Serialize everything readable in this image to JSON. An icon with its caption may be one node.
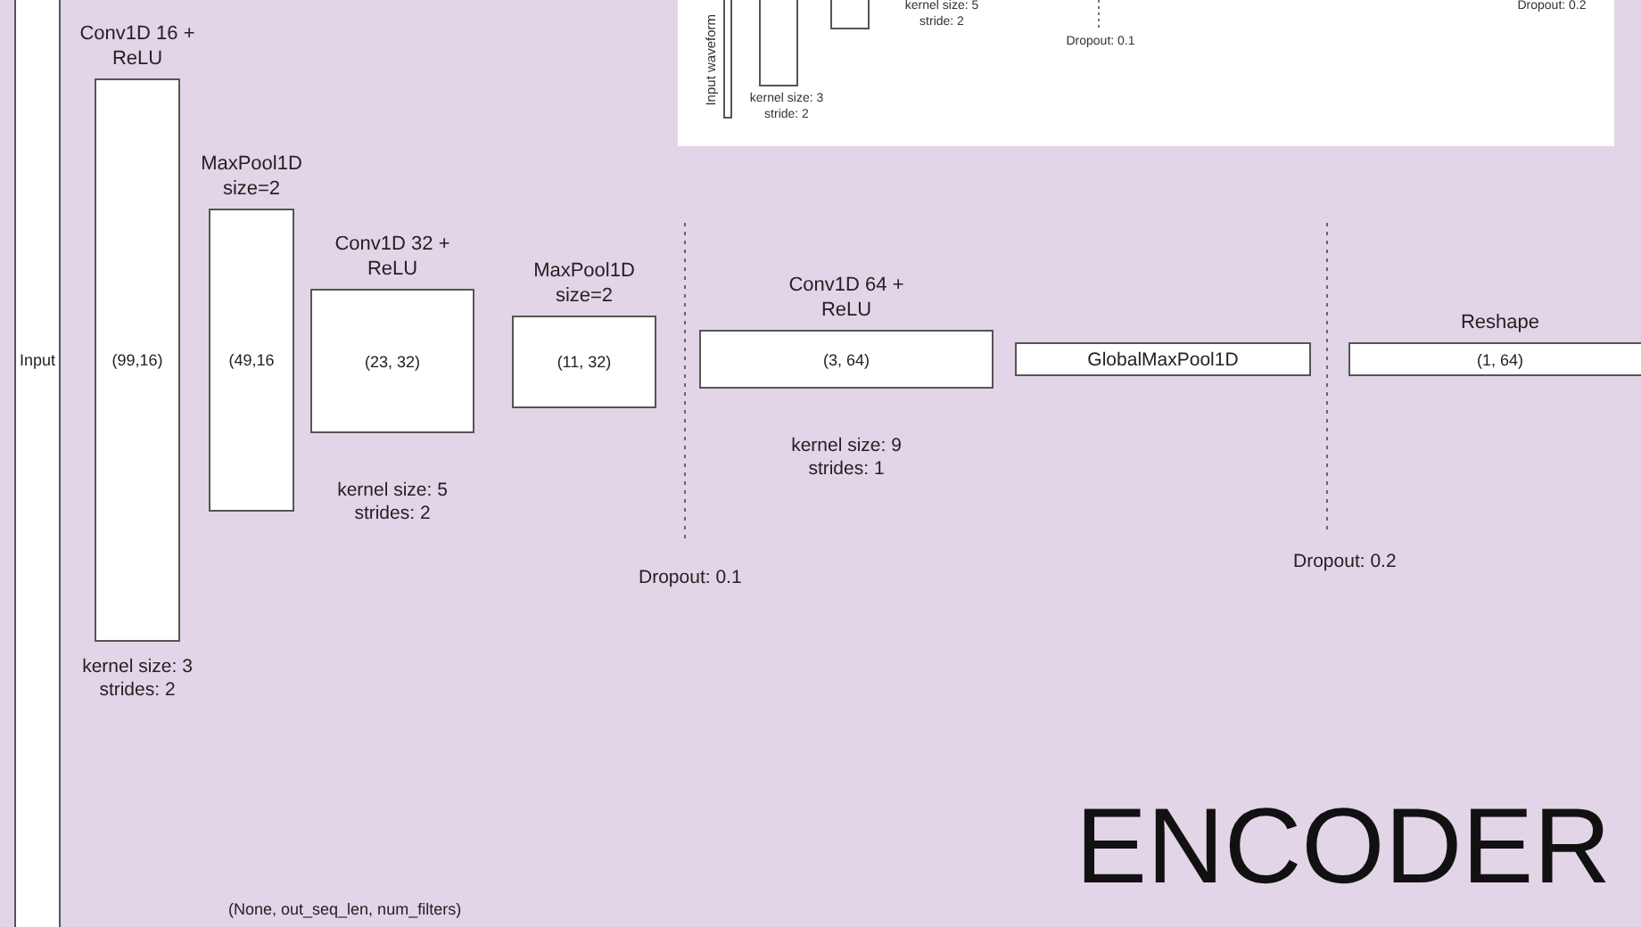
{
  "diagram": {
    "title": "ENCODER",
    "nodes": [
      {
        "text": [
          "Input"
        ]
      },
      {
        "text": [
          "Conv1D 16 + ReLU",
          "(99,16)"
        ],
        "beside": [
          "kernel size: 3 strides: 2"
        ]
      },
      {
        "text": [
          "MaxPool1D size=2",
          "(49,16"
        ]
      },
      {
        "text": [
          "Conv1D 32 + ReLU",
          "(23, 32)"
        ],
        "beside": [
          "kernel size: 5 strides: 2"
        ]
      },
      {
        "text": [
          "MaxPool1D size=2",
          "(11, 32)"
        ]
      },
      {
        "text": [
          "Conv1D 64 + ReLU",
          "(3, 64)"
        ],
        "beside": [
          "kernel size: 9 strides: 1"
        ]
      },
      {
        "text": [
          "GlobalMaxPool1D"
        ]
      },
      {
        "text": [
          "Reshape",
          "(1, 64)"
        ]
      },
      {
        "text": [
          "Input waveform",
          "kernel size: 3 stride: 2",
          "kernel size: 5 stride: 2",
          "Dropout: 0.1",
          "Dropout: 0.2"
        ]
      }
    ],
    "edges": [],
    "labels": [
      "Dropout: 0.1",
      "Dropout: 0.2",
      "(None, out_seq_len, num_filters)"
    ]
  }
}
